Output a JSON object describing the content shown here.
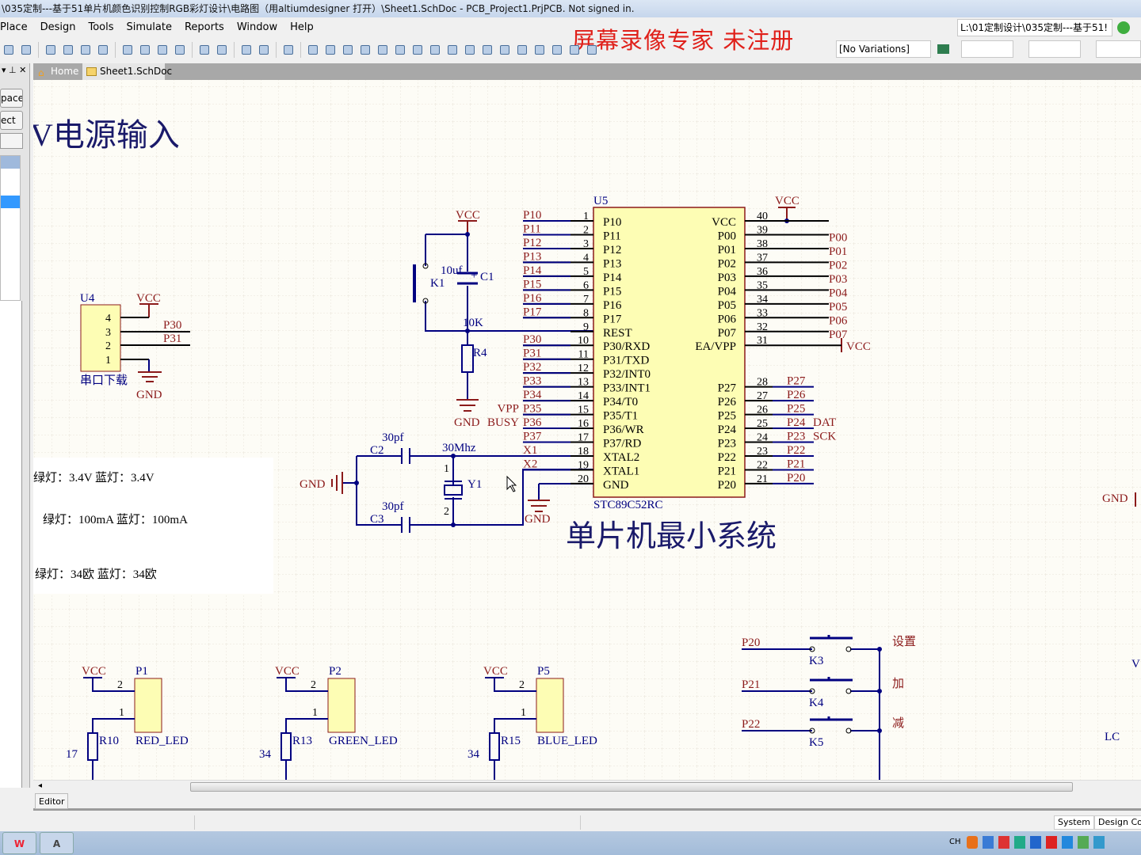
{
  "window": {
    "title": "\\035定制---基于51单片机颜色识别控制RGB彩灯设计\\电路图（用altiumdesigner 打开）\\Sheet1.SchDoc - PCB_Project1.PrjPCB. Not signed in."
  },
  "menu": [
    "Place",
    "Design",
    "Tools",
    "Simulate",
    "Reports",
    "Window",
    "Help"
  ],
  "watermark": "屏幕录像专家  未注册",
  "toolbar": {
    "icons": [
      "browse-icon",
      "zoom-icon",
      "cut-icon",
      "copy-icon",
      "paste-icon",
      "rubber-stamp-icon",
      "select-area-icon",
      "move-icon",
      "deselect-icon",
      "clear-filter-icon",
      "undo-icon",
      "redo-icon",
      "hierarchy-icon",
      "cross-probe-icon",
      "browse-component-icon",
      "bus-icon",
      "bus-entry-icon",
      "wire-icon",
      "pin-icon",
      "net-label-icon",
      "gnd-port-icon",
      "vcc-port-icon",
      "port-icon",
      "sheet-symbol-icon",
      "sheet-entry-icon",
      "device-sheet-icon",
      "harness-icon",
      "harness-entry-icon",
      "directive-icon",
      "no-erc-icon",
      "parameter-icon",
      "pen-icon"
    ],
    "variations": "[No Variations]",
    "path": "L:\\01定制设计\\035定制---基于51!"
  },
  "tabs": [
    {
      "label": "Home"
    },
    {
      "label": "Sheet1.SchDoc"
    }
  ],
  "left_panel": {
    "btn1": "pace",
    "btn2": "ect"
  },
  "schematic": {
    "power_title": "V电源输入",
    "mcu_title": "单片机最小系统",
    "u4": {
      "des": "U4",
      "vcc": "VCC",
      "pins": [
        "4",
        "3",
        "2",
        "1"
      ],
      "p30": "P30",
      "p31": "P31",
      "label": "串口下载",
      "gnd": "GND"
    },
    "reset": {
      "vcc": "VCC",
      "c1_val": "10uf",
      "c1": "C1",
      "plus": "+",
      "k1": "K1",
      "r4_val": "10K",
      "r4": "R4",
      "gnd": "GND"
    },
    "crystal": {
      "c2_val": "30pf",
      "c2": "C2",
      "freq": "30Mhz",
      "y1": "Y1",
      "c3_val": "30pf",
      "c3": "C3",
      "gnd_left": "GND",
      "gnd_right": "GND",
      "pin1": "1",
      "pin2": "2"
    },
    "mcu": {
      "des": "U5",
      "part": "STC89C52RC",
      "vcc_port": "VCC",
      "ea_vcc": "VCC",
      "left_pins": [
        {
          "num": "1",
          "name": "P10",
          "net": "P10"
        },
        {
          "num": "2",
          "name": "P11",
          "net": "P11"
        },
        {
          "num": "3",
          "name": "P12",
          "net": "P12"
        },
        {
          "num": "4",
          "name": "P13",
          "net": "P13"
        },
        {
          "num": "5",
          "name": "P14",
          "net": "P14"
        },
        {
          "num": "6",
          "name": "P15",
          "net": "P15"
        },
        {
          "num": "7",
          "name": "P16",
          "net": "P16"
        },
        {
          "num": "8",
          "name": "P17",
          "net": "P17"
        },
        {
          "num": "9",
          "name": "REST",
          "net": ""
        },
        {
          "num": "10",
          "name": "P30/RXD",
          "net": "P30"
        },
        {
          "num": "11",
          "name": "P31/TXD",
          "net": "P31"
        },
        {
          "num": "12",
          "name": "P32/INT0",
          "net": "P32"
        },
        {
          "num": "13",
          "name": "P33/INT1",
          "net": "P33"
        },
        {
          "num": "14",
          "name": "P34/T0",
          "net": "P34"
        },
        {
          "num": "15",
          "name": "P35/T1",
          "net": "P35",
          "extra": "VPP"
        },
        {
          "num": "16",
          "name": "P36/WR",
          "net": "P36",
          "extra": "BUSY"
        },
        {
          "num": "17",
          "name": "P37/RD",
          "net": "P37"
        },
        {
          "num": "18",
          "name": "XTAL2",
          "net": "X1"
        },
        {
          "num": "19",
          "name": "XTAL1",
          "net": "X2"
        },
        {
          "num": "20",
          "name": "GND",
          "net": ""
        }
      ],
      "right_pins": [
        {
          "slot": 0,
          "num": "40",
          "name": "VCC",
          "net": ""
        },
        {
          "slot": 1,
          "num": "39",
          "name": "P00",
          "net": "P00"
        },
        {
          "slot": 2,
          "num": "38",
          "name": "P01",
          "net": "P01"
        },
        {
          "slot": 3,
          "num": "37",
          "name": "P02",
          "net": "P02"
        },
        {
          "slot": 4,
          "num": "36",
          "name": "P03",
          "net": "P03"
        },
        {
          "slot": 5,
          "num": "35",
          "name": "P04",
          "net": "P04"
        },
        {
          "slot": 6,
          "num": "34",
          "name": "P05",
          "net": "P05"
        },
        {
          "slot": 7,
          "num": "33",
          "name": "P06",
          "net": "P06"
        },
        {
          "slot": 8,
          "num": "32",
          "name": "P07",
          "net": "P07"
        },
        {
          "slot": 9,
          "num": "31",
          "name": "EA/VPP",
          "net": ""
        },
        {
          "slot": 12,
          "num": "28",
          "name": "P27",
          "net": "P27"
        },
        {
          "slot": 13,
          "num": "27",
          "name": "P26",
          "net": "P26"
        },
        {
          "slot": 14,
          "num": "26",
          "name": "P25",
          "net": "P25"
        },
        {
          "slot": 15,
          "num": "25",
          "name": "P24",
          "net": "P24",
          "extra": "DAT"
        },
        {
          "slot": 16,
          "num": "24",
          "name": "P23",
          "net": "P23",
          "extra": "SCK"
        },
        {
          "slot": 17,
          "num": "23",
          "name": "P22",
          "net": "P22"
        },
        {
          "slot": 18,
          "num": "22",
          "name": "P21",
          "net": "P21"
        },
        {
          "slot": 19,
          "num": "21",
          "name": "P20",
          "net": "P20"
        }
      ]
    },
    "notes": [
      "绿灯：3.4V   蓝灯：3.4V",
      "绿灯：100mA   蓝灯：100mA",
      "绿灯：34欧   蓝灯：34欧"
    ],
    "leds": [
      {
        "vcc": "VCC",
        "des": "P1",
        "pin2": "2",
        "pin1": "1",
        "res": "R10",
        "name": "RED_LED",
        "val": "17"
      },
      {
        "vcc": "VCC",
        "des": "P2",
        "pin2": "2",
        "pin1": "1",
        "res": "R13",
        "name": "GREEN_LED",
        "val": "34"
      },
      {
        "vcc": "VCC",
        "des": "P5",
        "pin2": "2",
        "pin1": "1",
        "res": "R15",
        "name": "BLUE_LED",
        "val": "34"
      }
    ],
    "keys": [
      {
        "net": "P20",
        "des": "K3",
        "label": "设置"
      },
      {
        "net": "P21",
        "des": "K4",
        "label": "加"
      },
      {
        "net": "P22",
        "des": "K5",
        "label": "减"
      }
    ],
    "right_edge": {
      "gnd": "GND",
      "v": "V",
      "lc": "LC"
    }
  },
  "editor_tab": "Editor",
  "status": {
    "system": "System",
    "design": "Design Co"
  },
  "taskbar": {
    "ime": "CH"
  }
}
